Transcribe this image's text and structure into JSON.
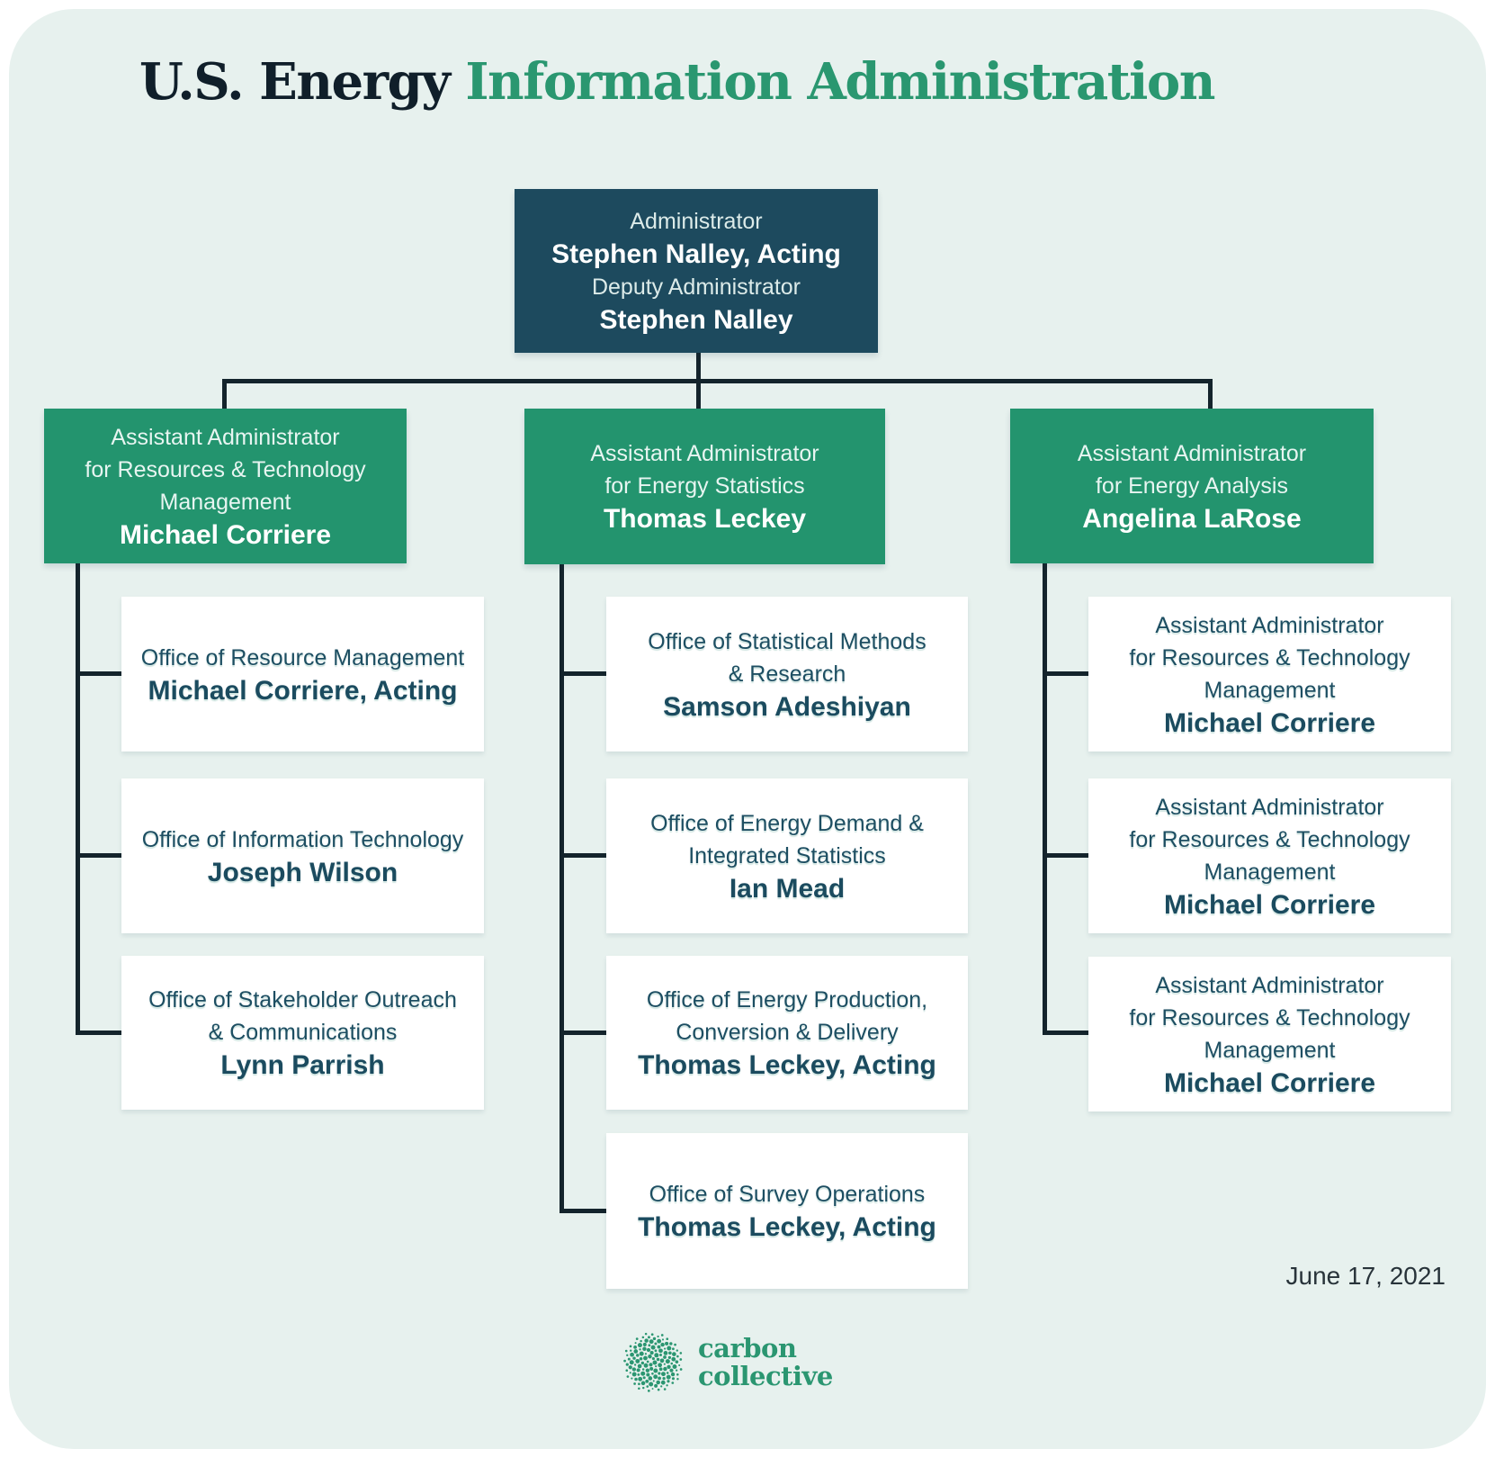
{
  "title": {
    "dark_part": "U.S. Energy ",
    "green_part": "Information Administration"
  },
  "date": "June 17, 2021",
  "root": {
    "role1": "Administrator",
    "name1": "Stephen Nalley, Acting",
    "role2": "Deputy Administrator",
    "name2": "Stephen Nalley"
  },
  "branches": [
    {
      "title": "Assistant Administrator\nfor Resources & Technology\nManagement",
      "name": "Michael Corriere",
      "children": [
        {
          "title": "Office of Resource Management",
          "name": "Michael Corriere, Acting"
        },
        {
          "title": "Office of Information Technology",
          "name": "Joseph Wilson"
        },
        {
          "title": "Office of Stakeholder Outreach\n& Communications",
          "name": "Lynn Parrish"
        }
      ]
    },
    {
      "title": "Assistant Administrator\nfor Energy Statistics",
      "name": "Thomas Leckey",
      "children": [
        {
          "title": "Office of Statistical Methods\n& Research",
          "name": "Samson Adeshiyan"
        },
        {
          "title": "Office of Energy Demand &\nIntegrated Statistics",
          "name": "Ian Mead"
        },
        {
          "title": "Office of Energy Production,\nConversion & Delivery",
          "name": "Thomas Leckey, Acting"
        },
        {
          "title": "Office of Survey Operations",
          "name": "Thomas Leckey, Acting"
        }
      ]
    },
    {
      "title": "Assistant Administrator\nfor Energy Analysis",
      "name": "Angelina LaRose",
      "children": [
        {
          "title": "Assistant Administrator\nfor Resources & Technology\nManagement",
          "name": "Michael Corriere"
        },
        {
          "title": "Assistant Administrator\nfor Resources & Technology\nManagement",
          "name": "Michael Corriere"
        },
        {
          "title": "Assistant Administrator\nfor Resources & Technology\nManagement",
          "name": "Michael Corriere"
        }
      ]
    }
  ],
  "logo": {
    "line1": "carbon",
    "line2": "collective"
  },
  "colors": {
    "background": "#e7f1ee",
    "root_box": "#1d4a5e",
    "branch_box": "#23946e",
    "child_box": "#ffffff",
    "connector": "#14242c",
    "title_dark": "#101f2a",
    "title_green": "#2a9770",
    "child_text": "#1d4e62",
    "logo_green": "#2b9671"
  }
}
